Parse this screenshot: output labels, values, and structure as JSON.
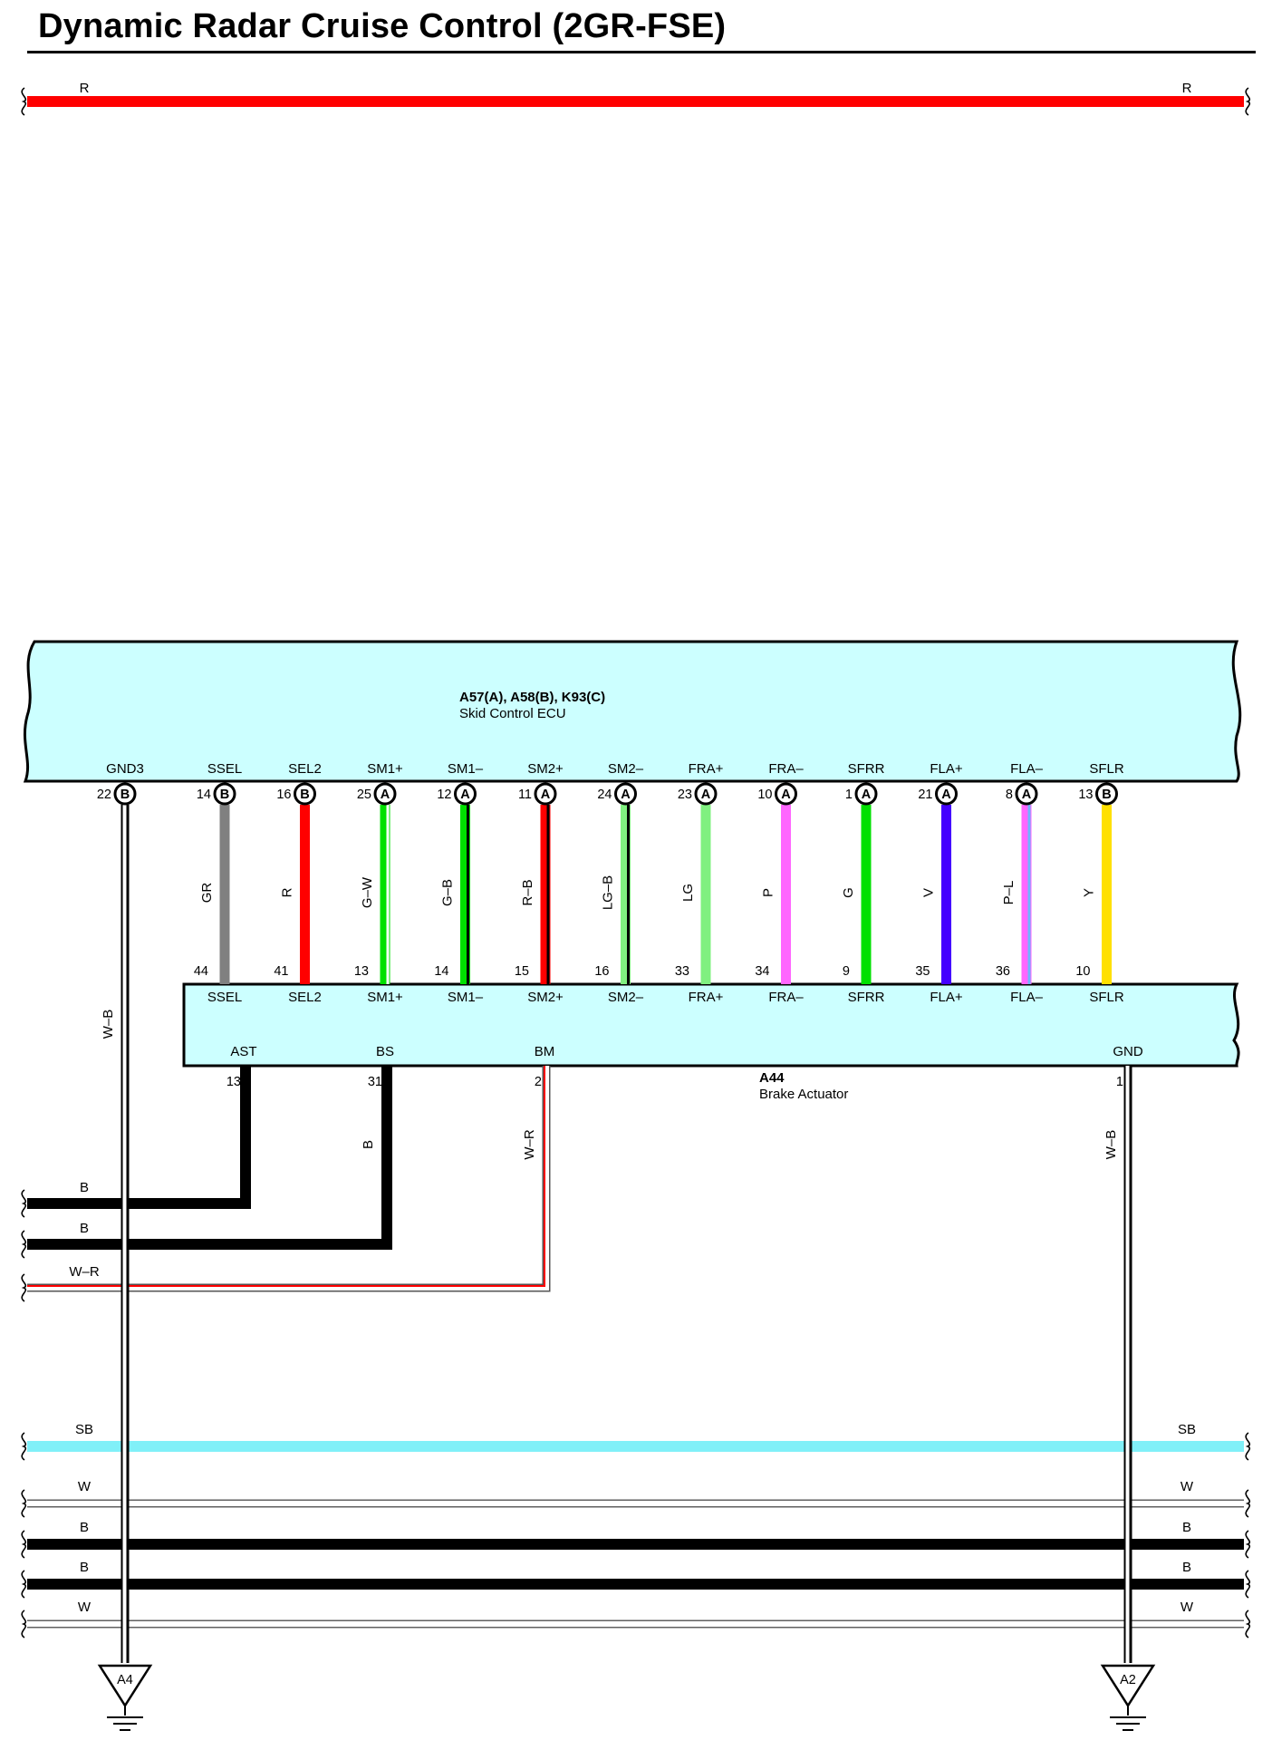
{
  "title": "Dynamic Radar Cruise Control (2GR-FSE)",
  "colors": {
    "R": "#ff0000",
    "GR": "#808080",
    "G": "#00e000",
    "LG": "#80f080",
    "P": "#ff66ff",
    "V": "#4400ff",
    "Y": "#ffe000",
    "B": "#000000",
    "SB": "#80f0f8",
    "W": "#ffffff",
    "L": "#6fb4ff",
    "ecu_fill": "#ccffff"
  },
  "top_bus": {
    "left_label": "R",
    "right_label": "R"
  },
  "ecu": {
    "id": "A57(A), A58(B), K93(C)",
    "name": "Skid Control ECU",
    "gnd": {
      "label": "GND3",
      "pin": "22",
      "connector": "B",
      "wire": "W–B"
    },
    "terminals": [
      {
        "label": "SSEL",
        "pin": "14",
        "connector": "B",
        "wire": "GR",
        "act_pin": "44"
      },
      {
        "label": "SEL2",
        "pin": "16",
        "connector": "B",
        "wire": "R",
        "act_pin": "41"
      },
      {
        "label": "SM1+",
        "pin": "25",
        "connector": "A",
        "wire": "G–W",
        "act_pin": "13"
      },
      {
        "label": "SM1–",
        "pin": "12",
        "connector": "A",
        "wire": "G–B",
        "act_pin": "14"
      },
      {
        "label": "SM2+",
        "pin": "11",
        "connector": "A",
        "wire": "R–B",
        "act_pin": "15"
      },
      {
        "label": "SM2–",
        "pin": "24",
        "connector": "A",
        "wire": "LG–B",
        "act_pin": "16"
      },
      {
        "label": "FRA+",
        "pin": "23",
        "connector": "A",
        "wire": "LG",
        "act_pin": "33"
      },
      {
        "label": "FRA–",
        "pin": "10",
        "connector": "A",
        "wire": "P",
        "act_pin": "34"
      },
      {
        "label": "SFRR",
        "pin": "1",
        "connector": "A",
        "wire": "G",
        "act_pin": "9"
      },
      {
        "label": "FLA+",
        "pin": "21",
        "connector": "A",
        "wire": "V",
        "act_pin": "35"
      },
      {
        "label": "FLA–",
        "pin": "8",
        "connector": "A",
        "wire": "P–L",
        "act_pin": "36"
      },
      {
        "label": "SFLR",
        "pin": "13",
        "connector": "B",
        "wire": "Y",
        "act_pin": "10"
      }
    ]
  },
  "actuator": {
    "id": "A44",
    "name": "Brake Actuator",
    "terminals": [
      {
        "label": "SSEL"
      },
      {
        "label": "SEL2"
      },
      {
        "label": "SM1+"
      },
      {
        "label": "SM1–"
      },
      {
        "label": "SM2+"
      },
      {
        "label": "SM2–"
      },
      {
        "label": "FRA+"
      },
      {
        "label": "FRA–"
      },
      {
        "label": "SFRR"
      },
      {
        "label": "FLA+"
      },
      {
        "label": "FLA–"
      },
      {
        "label": "SFLR"
      }
    ],
    "power": [
      {
        "label": "AST",
        "pin": "13",
        "wire": "B",
        "branch_label": "B"
      },
      {
        "label": "BS",
        "pin": "31",
        "wire": "B",
        "branch_label": "B"
      },
      {
        "label": "BM",
        "pin": "2",
        "wire": "W–R",
        "branch_label": "W–R"
      }
    ],
    "gnd": {
      "label": "GND",
      "pin": "1",
      "wire": "W–B"
    }
  },
  "bottom_bus": [
    {
      "wire": "SB",
      "left_label": "SB",
      "right_label": "SB"
    },
    {
      "wire": "W",
      "left_label": "W",
      "right_label": "W"
    },
    {
      "wire": "B",
      "left_label": "B",
      "right_label": "B"
    },
    {
      "wire": "B",
      "left_label": "B",
      "right_label": "B"
    },
    {
      "wire": "W",
      "left_label": "W",
      "right_label": "W"
    }
  ],
  "grounds": [
    {
      "id": "A4"
    },
    {
      "id": "A2"
    }
  ]
}
